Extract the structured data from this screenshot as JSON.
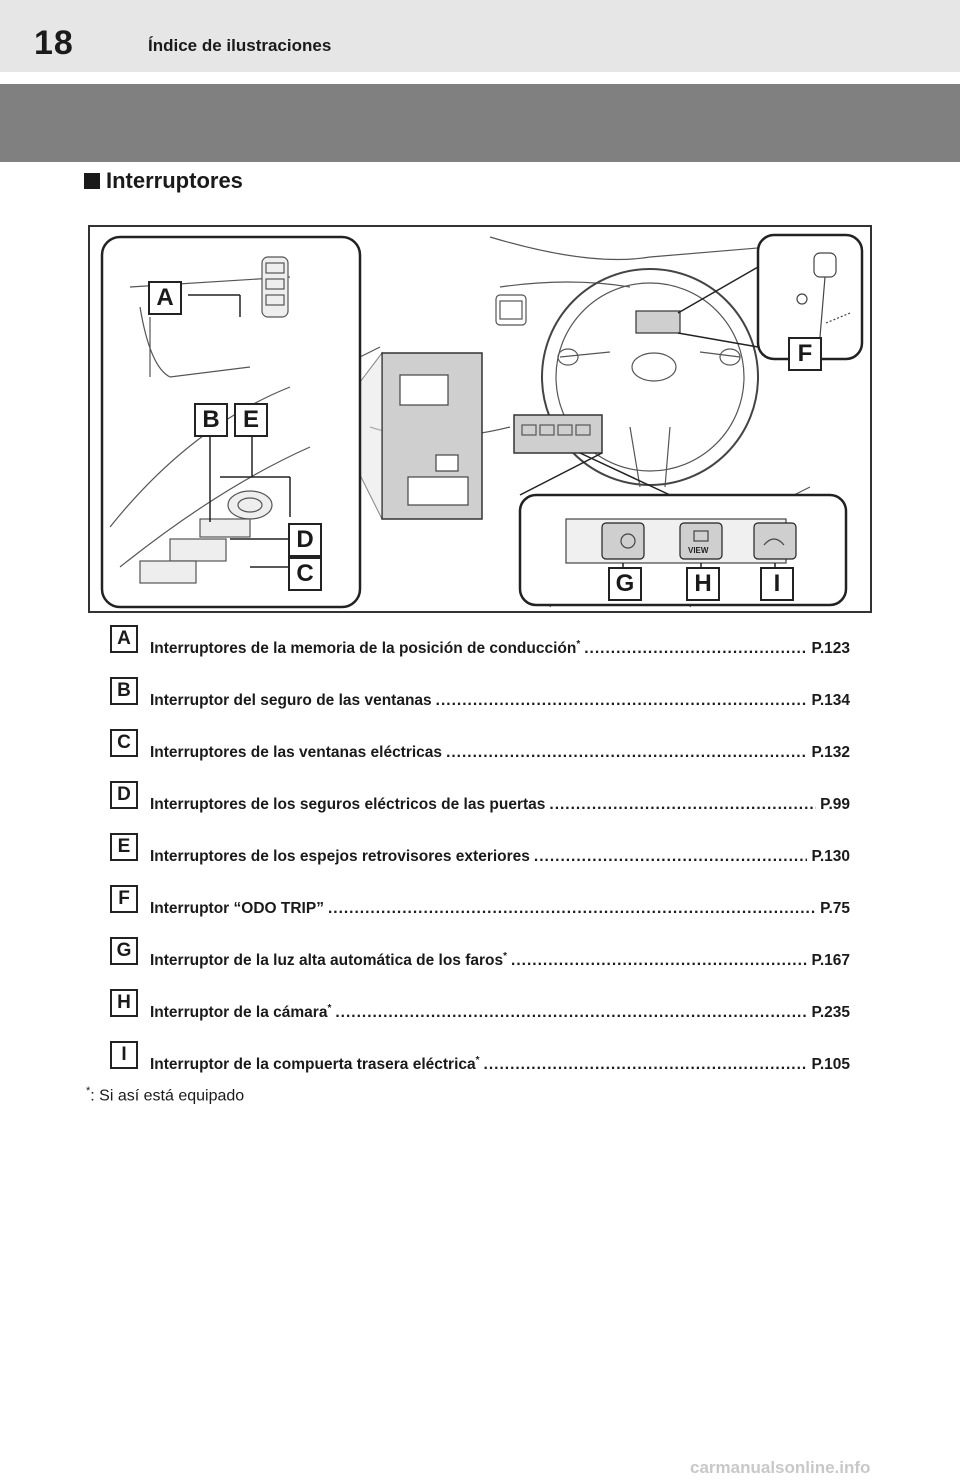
{
  "header": {
    "page_number": "18",
    "running_title": "Índice de ilustraciones"
  },
  "section": {
    "heading": "Interruptores"
  },
  "illustration": {
    "callouts": [
      "A",
      "B",
      "E",
      "D",
      "C",
      "F",
      "G",
      "H",
      "I"
    ],
    "switch_text": "VIEW"
  },
  "items": [
    {
      "letter": "A",
      "label": "Interruptores de la memoria de la posición de conducción",
      "asterisk": "*",
      "ref": "P.123"
    },
    {
      "letter": "B",
      "label": "Interruptor del seguro de las ventanas",
      "asterisk": "",
      "ref": "P.134"
    },
    {
      "letter": "C",
      "label": "Interruptores de las ventanas eléctricas",
      "asterisk": "",
      "ref": "P.132"
    },
    {
      "letter": "D",
      "label": "Interruptores de los seguros eléctricos de las puertas",
      "asterisk": "",
      "ref": "P.99"
    },
    {
      "letter": "E",
      "label": "Interruptores de los espejos retrovisores exteriores",
      "asterisk": "",
      "ref": "P.130"
    },
    {
      "letter": "F",
      "label": "Interruptor “ODO TRIP”",
      "asterisk": "",
      "ref": "P.75"
    },
    {
      "letter": "G",
      "label": "Interruptor de la luz alta automática de los faros",
      "asterisk": "*",
      "ref": "P.167"
    },
    {
      "letter": "H",
      "label": "Interruptor de la cámara",
      "asterisk": "*",
      "ref": "P.235"
    },
    {
      "letter": "I",
      "label": "Interruptor de la compuerta trasera eléctrica",
      "asterisk": "*",
      "ref": "P.105"
    }
  ],
  "footnote": {
    "marker": "*",
    "text": ":  Si así está equipado"
  },
  "watermark": "carmanualsonline.info"
}
